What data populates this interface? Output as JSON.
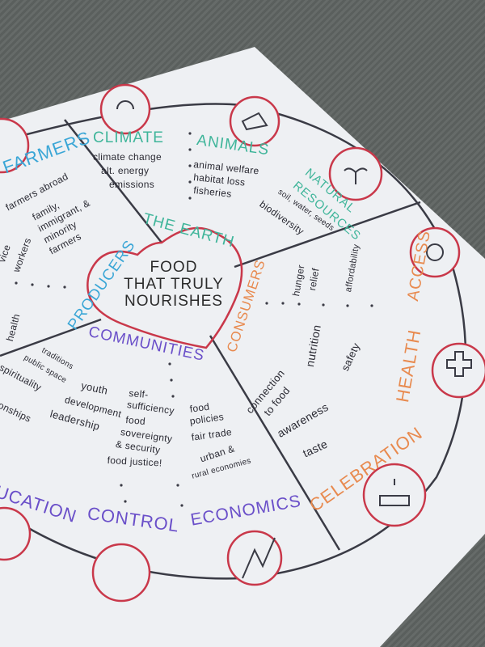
{
  "center": {
    "line1": "FOOD",
    "line2": "THAT TRULY",
    "line3": "NOURISHES"
  },
  "sections": {
    "the_earth": "THE EARTH",
    "producers": "PRODUCERS",
    "consumers": "CONSUMERS",
    "communities": "COMMUNITIES"
  },
  "outer": {
    "farmers": "FARMERS",
    "climate": "CLIMATE",
    "animals": "ANIMALS",
    "natural_resources_1": "NATURAL",
    "natural_resources_2": "RESOURCES",
    "access": "ACCESS",
    "health": "HEALTH",
    "celebration": "CELEBRATION",
    "economics": "ECONOMICS",
    "control": "CONTROL",
    "education": "EDUCATION"
  },
  "notes": {
    "farmers_abroad": "farmers abroad",
    "family_1": "family,",
    "family_2": "immigrant, &",
    "family_3": "minority",
    "family_4": "farmers",
    "service_1": "vice",
    "service_2": "workers",
    "health": "health",
    "climate_change": "climate change",
    "alt_energy": "alt. energy",
    "emissions": "emissions",
    "animal_welfare": "animal welfare",
    "habitat_loss": "habitat loss",
    "fisheries": "fisheries",
    "soil": "soil, water, seeds",
    "biodiversity": "biodiversity",
    "hunger_1": "hunger",
    "hunger_2": "relief",
    "affordability": "affordability",
    "nutrition": "nutrition",
    "safety": "safety",
    "connection_1": "connection",
    "connection_2": "to food",
    "awareness": "awareness",
    "taste": "taste",
    "traditions": "traditions",
    "public_space": "public space",
    "spirituality": "spirituality",
    "relationships": "tionships",
    "youth_1": "youth",
    "youth_2": "development",
    "leadership": "leadership",
    "self_1": "self-",
    "self_2": "sufficiency",
    "sovereignty_1": "food",
    "sovereignty_2": "sovereignty",
    "sovereignty_3": "& security",
    "food_justice": "food justice!",
    "policies_1": "food",
    "policies_2": "policies",
    "fair_trade": "fair trade",
    "urban_1": "urban &",
    "urban_2": "rural economies"
  },
  "icons": [
    "wheat-icon",
    "sun-cloud-icon",
    "cow-icon",
    "sprout-icon",
    "fork-plate-icon",
    "medical-cross-icon",
    "cake-icon",
    "rising-arrow-icon",
    "fist-icon",
    "book-icon"
  ],
  "colors": {
    "teal": "#3fb59a",
    "blue": "#3aa6d6",
    "purple": "#6a4fc9",
    "orange": "#e88a4f",
    "red": "#c9384a"
  }
}
